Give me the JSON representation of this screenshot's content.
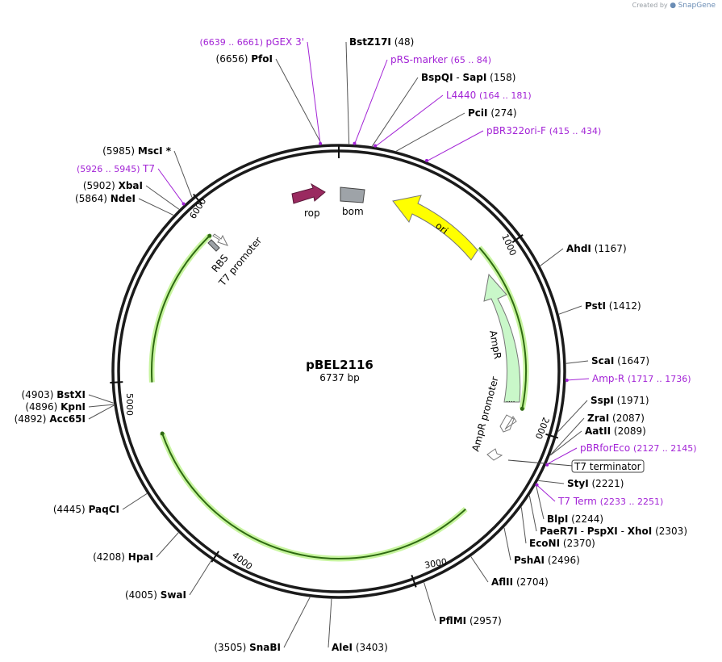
{
  "brand": {
    "created_by": "Created by",
    "product": "SnapGene"
  },
  "map": {
    "name": "pBEL2116",
    "length_text": "6737 bp",
    "length": 6737
  },
  "ticks": [
    "1000",
    "2000",
    "3000",
    "4000",
    "5000",
    "6000"
  ],
  "features": [
    {
      "label": "rop",
      "kind": "arrow",
      "color": "#9a2a60"
    },
    {
      "label": "bom",
      "kind": "box",
      "color": "#9ea3a8"
    },
    {
      "label": "ori",
      "kind": "arc",
      "color": "#ffff00"
    },
    {
      "label": "AmpR",
      "kind": "arc",
      "color": "#c9f7c9"
    },
    {
      "label": "AmpR promoter",
      "kind": "arrow",
      "color": "#ffffff"
    },
    {
      "label": "RBS",
      "kind": "box",
      "color": "#9ea3a8"
    },
    {
      "label": "T7 promoter",
      "kind": "arrow",
      "color": "#ffffff"
    },
    {
      "label": "T7 terminator",
      "kind": "boxed",
      "color": "#ffffff"
    }
  ],
  "sites": [
    {
      "name": "BstZ17I",
      "pos": "(48)"
    },
    {
      "name": "BspQI",
      "sep": "-",
      "name2": "SapI",
      "pos": "(158)"
    },
    {
      "name": "PciI",
      "pos": "(274)"
    },
    {
      "name": "AhdI",
      "pos": "(1167)"
    },
    {
      "name": "PstI",
      "pos": "(1412)"
    },
    {
      "name": "ScaI",
      "pos": "(1647)"
    },
    {
      "name": "SspI",
      "pos": "(1971)"
    },
    {
      "name": "ZraI",
      "pos": "(2087)"
    },
    {
      "name": "AatII",
      "pos": "(2089)"
    },
    {
      "name": "StyI",
      "pos": "(2221)"
    },
    {
      "name": "BlpI",
      "pos": "(2244)"
    },
    {
      "name": "PaeR7I",
      "sep": "-",
      "name2": "PspXI",
      "sep2": "-",
      "name3": "XhoI",
      "pos": "(2303)"
    },
    {
      "name": "EcoNI",
      "pos": "(2370)"
    },
    {
      "name": "PshAI",
      "pos": "(2496)"
    },
    {
      "name": "AflII",
      "pos": "(2704)"
    },
    {
      "name": "PflMI",
      "pos": "(2957)"
    },
    {
      "name": "AleI",
      "pos": "(3403)"
    },
    {
      "name": "SnaBI",
      "pos": "(3505)"
    },
    {
      "name": "SwaI",
      "pos": "(4005)"
    },
    {
      "name": "HpaI",
      "pos": "(4208)"
    },
    {
      "name": "PaqCI",
      "pos": "(4445)"
    },
    {
      "name": "Acc65I",
      "pos": "(4892)"
    },
    {
      "name": "KpnI",
      "pos": "(4896)"
    },
    {
      "name": "BstXI",
      "pos": "(4903)"
    },
    {
      "name": "NdeI",
      "pos": "(5864)"
    },
    {
      "name": "XbaI",
      "pos": "(5902)"
    },
    {
      "name": "MscI",
      "star": "*",
      "pos": "(5985)"
    },
    {
      "name": "PfoI",
      "pos": "(6656)"
    }
  ],
  "primers": [
    {
      "name": "pGEX 3'",
      "range": "(6639 .. 6661)"
    },
    {
      "name": "pRS-marker",
      "range": "(65 .. 84)"
    },
    {
      "name": "L4440",
      "range": "(164 .. 181)"
    },
    {
      "name": "pBR322ori-F",
      "range": "(415 .. 434)"
    },
    {
      "name": "Amp-R",
      "range": "(1717 .. 1736)"
    },
    {
      "name": "pBRforEco",
      "range": "(2127 .. 2145)"
    },
    {
      "name": "T7 Term",
      "range": "(2233 .. 2251)"
    },
    {
      "name": "T7",
      "range": "(5926 .. 5945)"
    }
  ]
}
